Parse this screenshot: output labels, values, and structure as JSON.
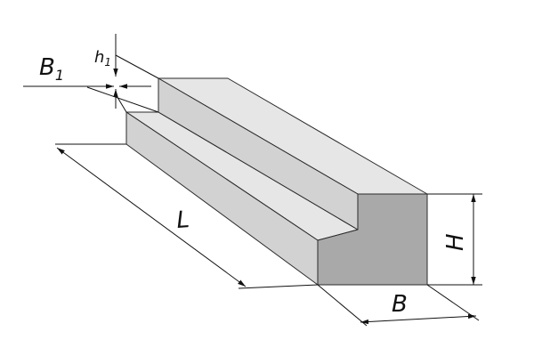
{
  "labels": {
    "length": "L",
    "height": "H",
    "width": "B",
    "step_width": "B",
    "step_width_sub": "1",
    "step_height": "h",
    "step_height_sub": "1"
  },
  "colors": {
    "top": "#e6e6e6",
    "left": "#d2d2d2",
    "front": "#a9a9a9",
    "edge": "#2a2a2a",
    "dimension": "#111111"
  }
}
